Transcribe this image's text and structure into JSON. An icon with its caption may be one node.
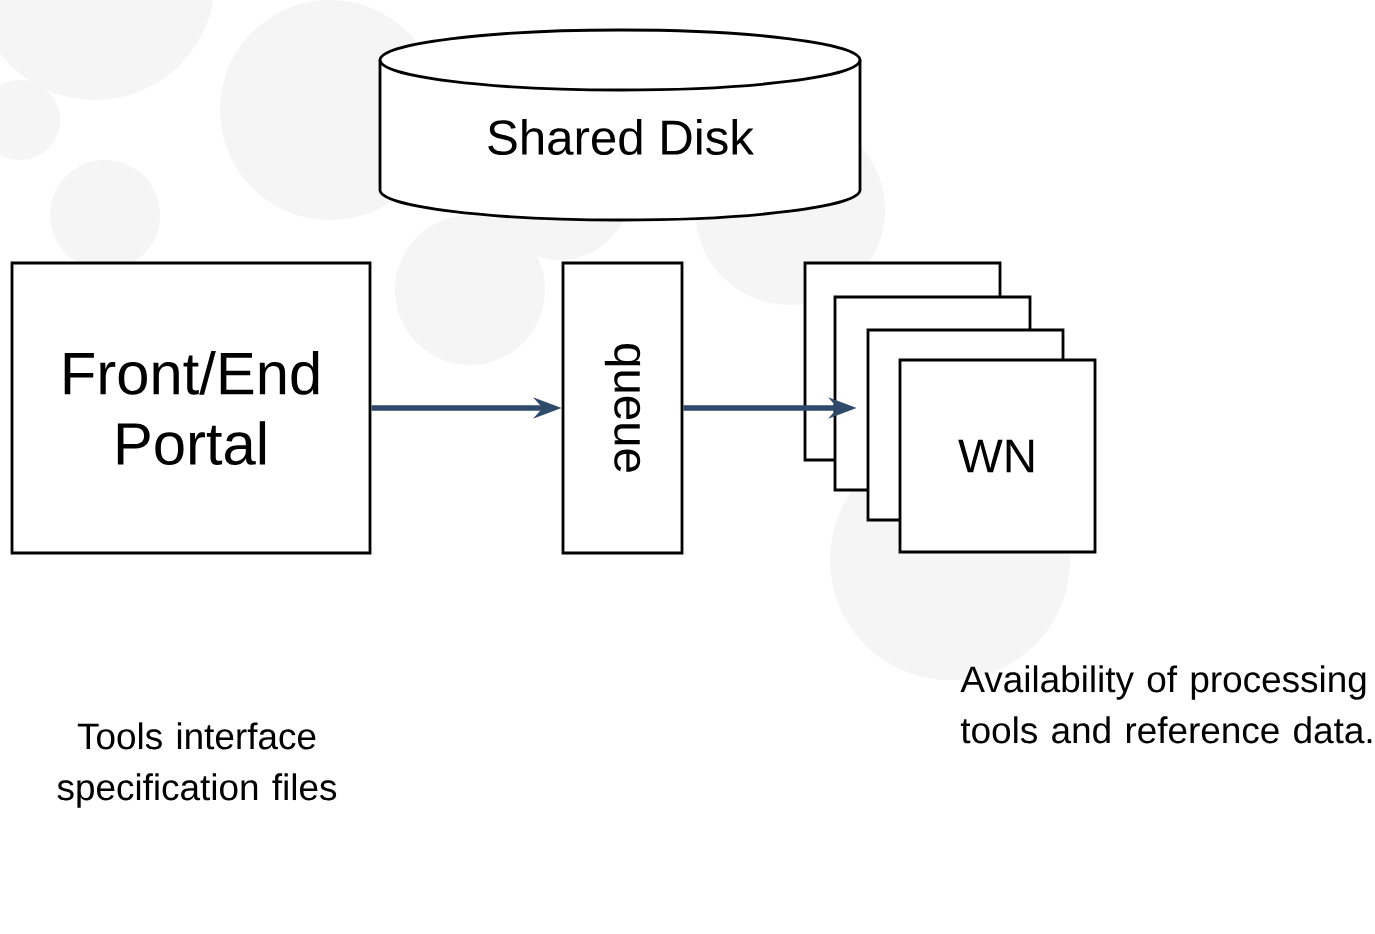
{
  "diagram": {
    "nodes": [
      {
        "text": [
          "Shared Disk"
        ]
      },
      {
        "text": [
          "Front/End Portal"
        ]
      },
      {
        "text": [
          "queue"
        ]
      },
      {
        "text": [
          "WN"
        ]
      }
    ],
    "edges": [
      {
        "from": 1,
        "to": 2,
        "arrow": "to"
      },
      {
        "from": 2,
        "to": 3,
        "arrow": "to"
      }
    ],
    "labels": [
      "Tools interface specification files",
      "Availability of processing tools and reference data."
    ]
  }
}
